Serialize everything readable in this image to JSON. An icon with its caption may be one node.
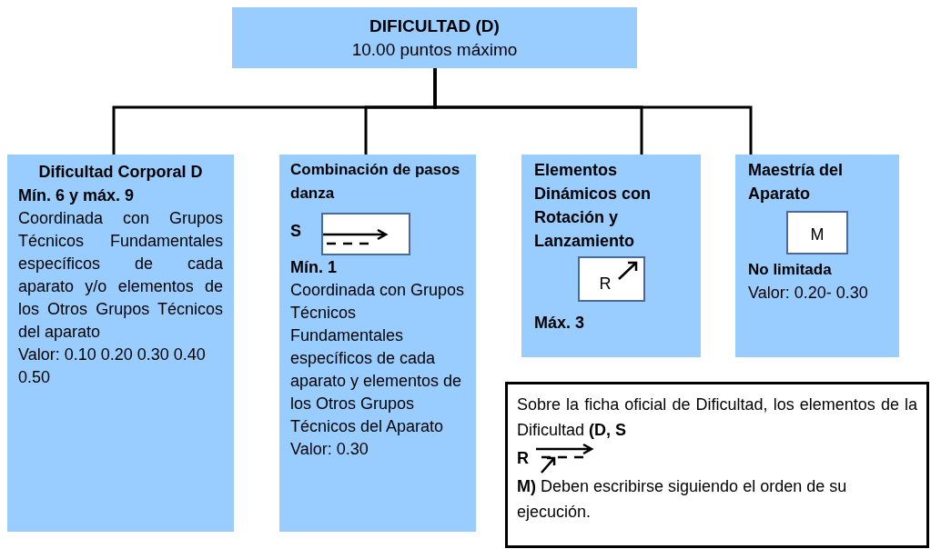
{
  "diagram": {
    "nodes": [
      {
        "text": [
          "DIFICULTAD (D)",
          "10.00 puntos máximo"
        ]
      },
      {
        "text": [
          "Dificultad Corporal D",
          "Mín. 6 y máx. 9",
          "Coordinada con Grupos Técnicos Fundamentales específicos de cada aparato y/o elementos de los Otros Grupos Técnicos del aparato",
          "Valor: 0.10 0.20 0.30 0.40 0.50"
        ]
      },
      {
        "text": [
          "Combinación de pasos danza",
          "S",
          "Mín. 1",
          "Coordinada con Grupos Técnicos Fundamentales específicos de cada aparato y elementos de los Otros Grupos Técnicos del Aparato",
          "Valor: 0.30"
        ]
      },
      {
        "text": [],
        "shape": "box",
        "in": 2
      },
      {
        "text": [
          "Elementos Dinámicos con Rotación y Lanzamiento",
          "Máx. 3"
        ]
      },
      {
        "text": [
          "R"
        ],
        "in": 4
      },
      {
        "text": [
          "Maestría del Aparato",
          "No limitada",
          "Valor: 0.20- 0.30"
        ]
      },
      {
        "text": [
          "M"
        ],
        "in": 6
      },
      {
        "text": [
          "Sobre la ficha oficial de Dificultad, los elementos de la Dificultad **(D, S**",
          "R",
          "**M)** Deben escribirse siguiendo el orden de su ejecución."
        ]
      }
    ],
    "edges": [
      {
        "from": 0,
        "to": 1,
        "arrow": "none"
      },
      {
        "from": 0,
        "to": 2,
        "arrow": "none"
      },
      {
        "from": 0,
        "to": 4,
        "arrow": "none"
      },
      {
        "from": 0,
        "to": 6,
        "arrow": "none"
      }
    ]
  }
}
